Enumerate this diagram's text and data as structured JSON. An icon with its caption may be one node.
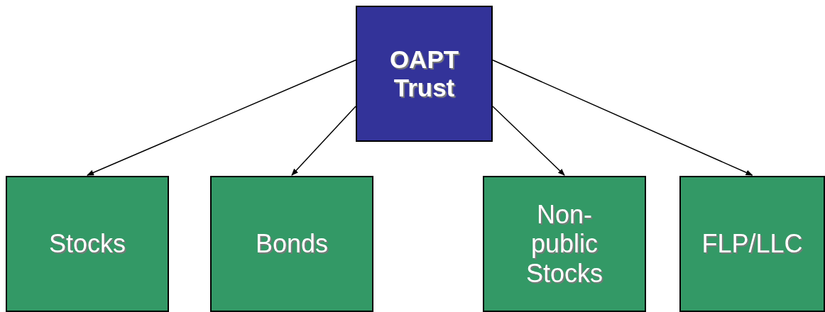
{
  "diagram": {
    "nodes": [
      {
        "text": [
          "OAPT Trust"
        ]
      },
      {
        "text": [
          "Stocks"
        ]
      },
      {
        "text": [
          "Bonds"
        ]
      },
      {
        "text": [
          "Non- public Stocks"
        ]
      },
      {
        "text": [
          "FLP/LLC"
        ]
      }
    ],
    "edges": [
      {
        "from": 0,
        "to": 1,
        "arrow": "to"
      },
      {
        "from": 0,
        "to": 2,
        "arrow": "to"
      },
      {
        "from": 0,
        "to": 3,
        "arrow": "to"
      },
      {
        "from": 0,
        "to": 4,
        "arrow": "to"
      }
    ]
  }
}
